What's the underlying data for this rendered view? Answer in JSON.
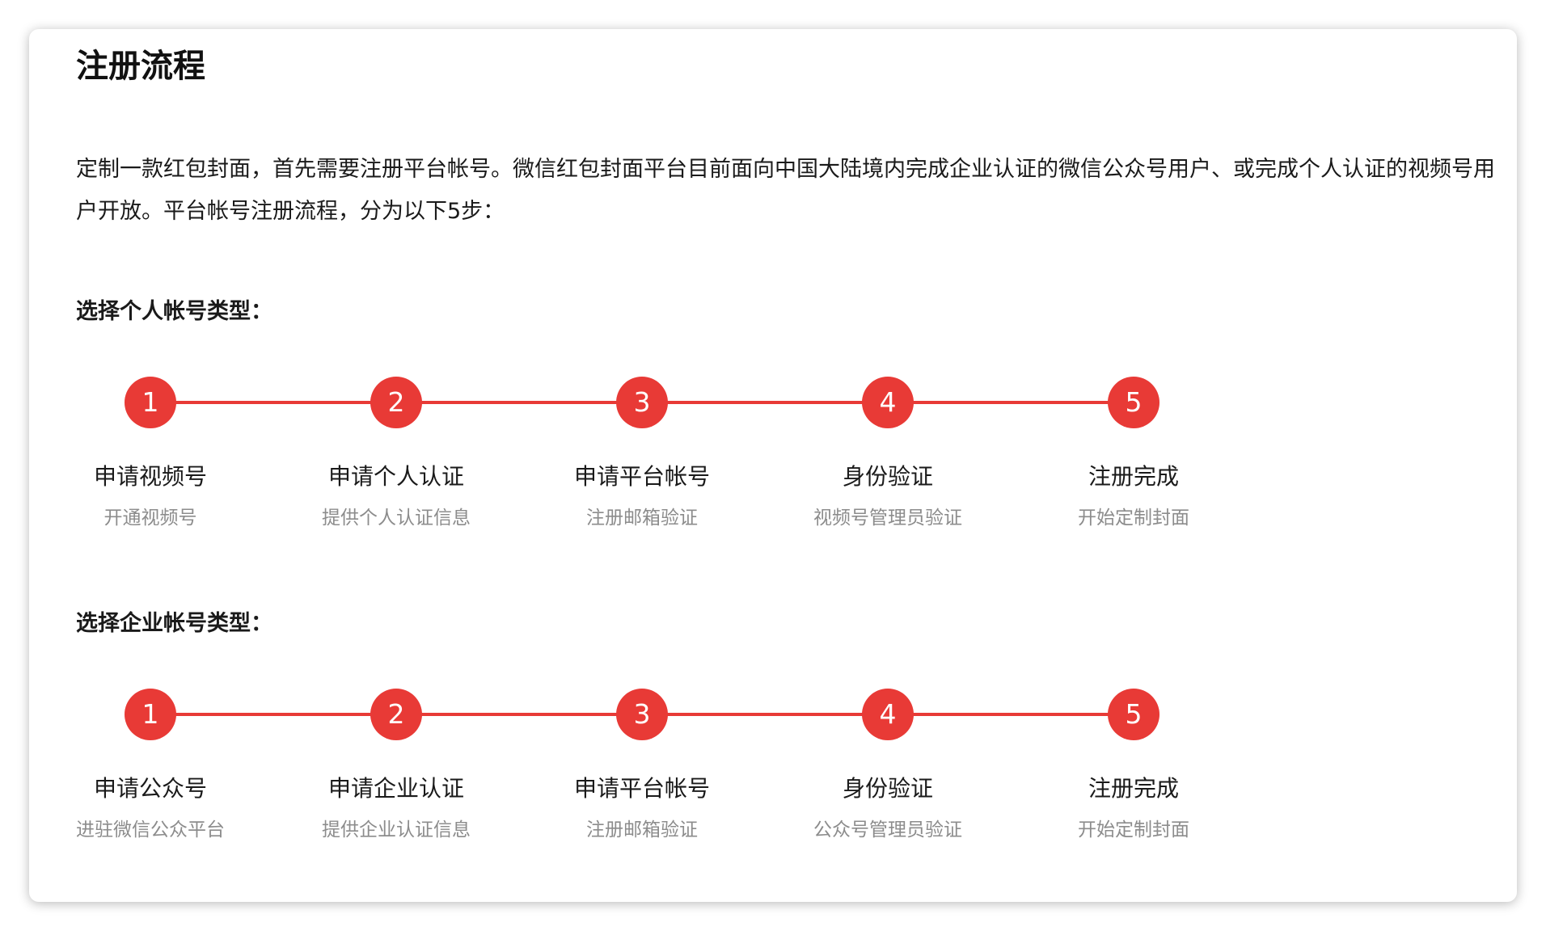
{
  "page_title": "注册流程",
  "intro": "定制一款红包封面，首先需要注册平台帐号。微信红包封面平台目前面向中国大陆境内完成企业认证的微信公众号用户、或完成个人认证的视频号用户开放。平台帐号注册流程，分为以下5步：",
  "accent_color": "#e83a36",
  "personal": {
    "heading": "选择个人帐号类型：",
    "steps": [
      {
        "number": "1",
        "title": "申请视频号",
        "desc": "开通视频号"
      },
      {
        "number": "2",
        "title": "申请个人认证",
        "desc": "提供个人认证信息"
      },
      {
        "number": "3",
        "title": "申请平台帐号",
        "desc": "注册邮箱验证"
      },
      {
        "number": "4",
        "title": "身份验证",
        "desc": "视频号管理员验证"
      },
      {
        "number": "5",
        "title": "注册完成",
        "desc": "开始定制封面"
      }
    ]
  },
  "enterprise": {
    "heading": "选择企业帐号类型：",
    "steps": [
      {
        "number": "1",
        "title": "申请公众号",
        "desc": "进驻微信公众平台"
      },
      {
        "number": "2",
        "title": "申请企业认证",
        "desc": "提供企业认证信息"
      },
      {
        "number": "3",
        "title": "申请平台帐号",
        "desc": "注册邮箱验证"
      },
      {
        "number": "4",
        "title": "身份验证",
        "desc": "公众号管理员验证"
      },
      {
        "number": "5",
        "title": "注册完成",
        "desc": "开始定制封面"
      }
    ]
  }
}
